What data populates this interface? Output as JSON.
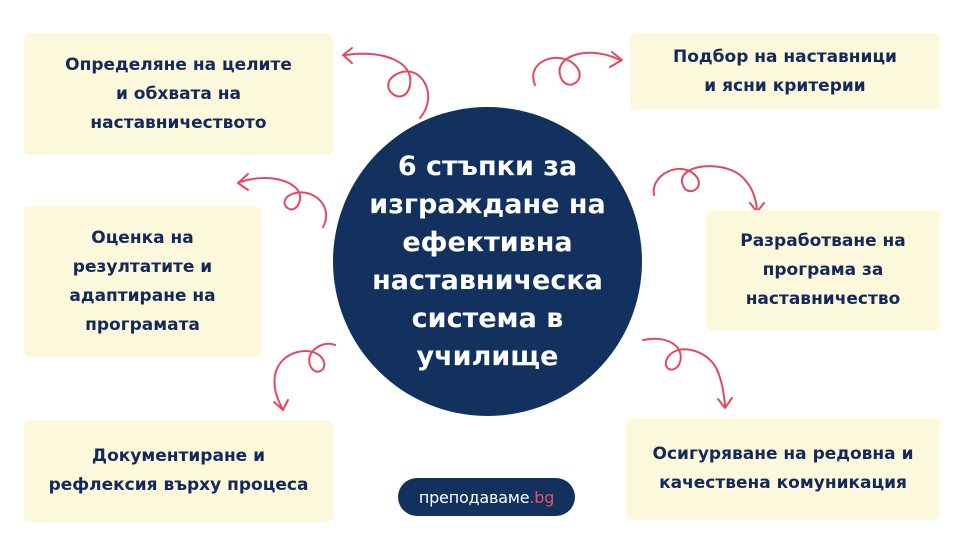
{
  "center_title": "6 стъпки за\nизграждане на\nефективна\nнаставническа\nсистема в\nучилище",
  "steps": [
    {
      "text": "Определяне на целите\nи обхвата на\nнаставничеството"
    },
    {
      "text": "Подбор на наставници\nи ясни критерии"
    },
    {
      "text": "Оценка на\nрезултатите и\nадаптиране на\nпрограмата"
    },
    {
      "text": "Разработване на\nпрограма за\nнаставничество"
    },
    {
      "text": "Документиране и\nрефлексия върху процеса"
    },
    {
      "text": "Осигуряване на редовна и\nкачествена комуникация"
    }
  ],
  "logo": {
    "name": "преподаваме",
    "tld": ".bg"
  },
  "colors": {
    "navy": "#12315e",
    "card_bg": "#fbf8dc",
    "arrow": "#e04a60"
  }
}
